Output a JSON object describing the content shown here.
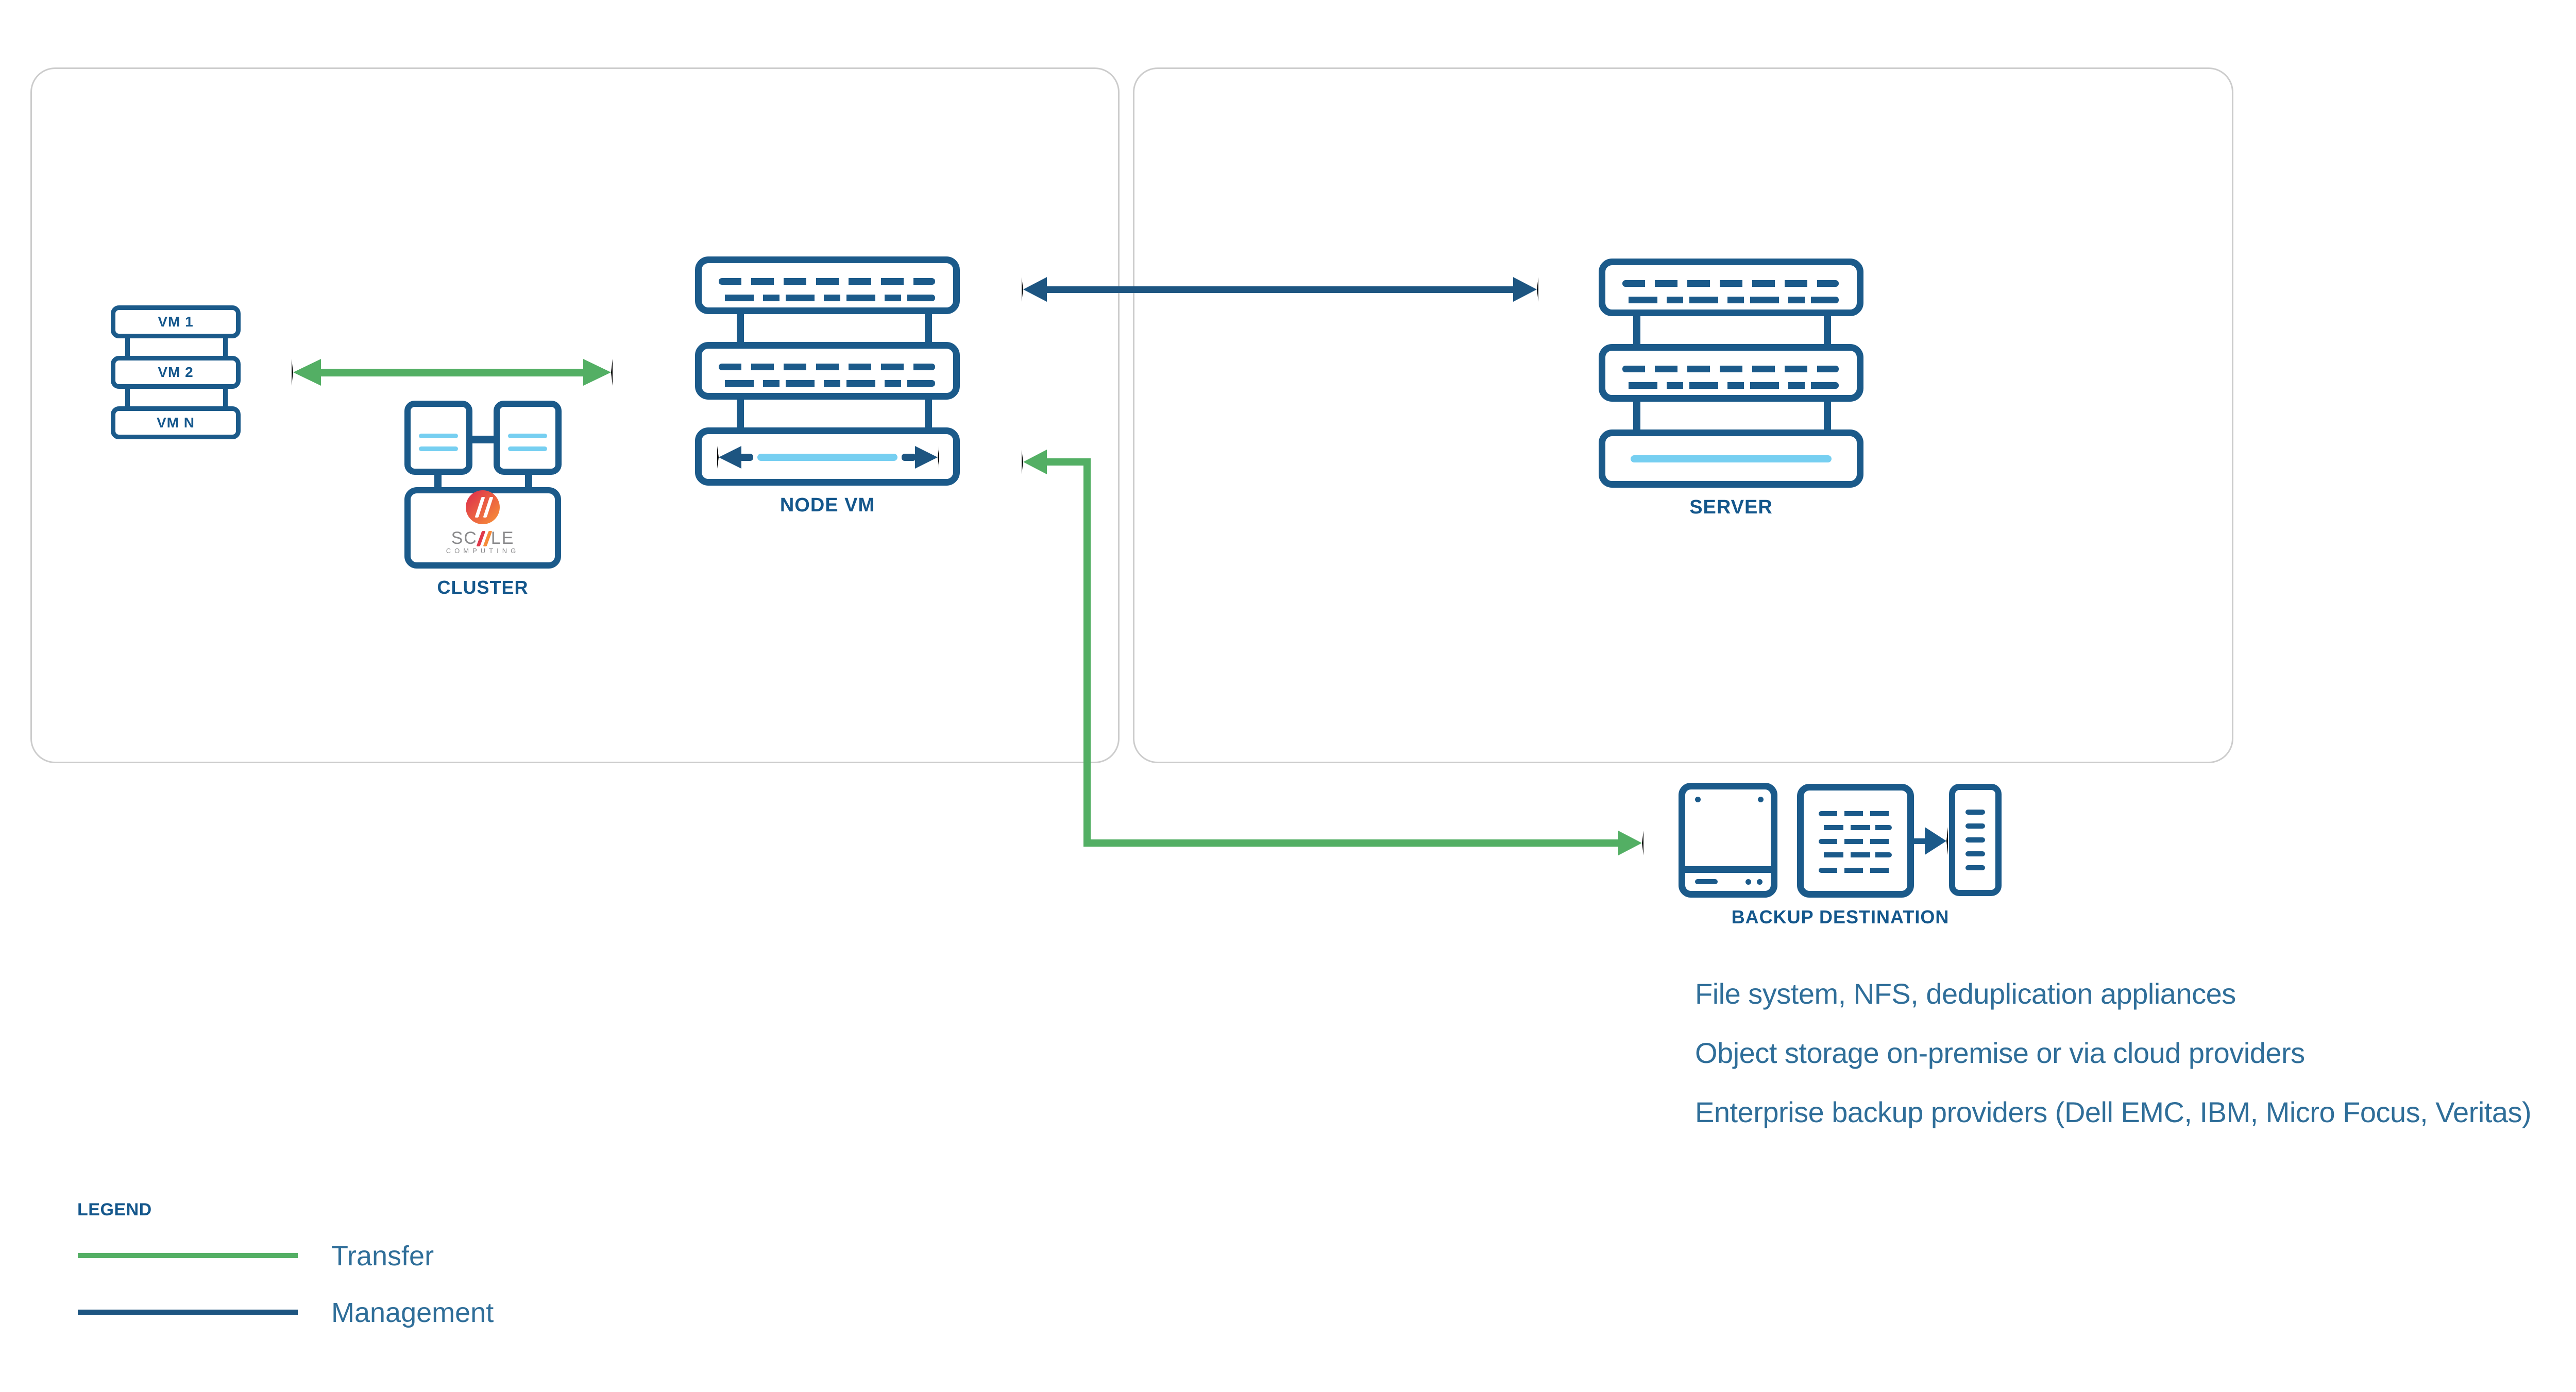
{
  "colors": {
    "icon_stroke": "#1b5a8a",
    "label_navy": "#14578c",
    "management_navy": "#1d5581",
    "transfer_green": "#53af64",
    "light_blue": "#76cff1",
    "panel_border": "#cccccc",
    "note_text": "#2f6e99",
    "logo_gray": "#8a8a8c",
    "logo_red": "#e0394a",
    "logo_orange": "#f68a39"
  },
  "left_panel": {
    "vm_stack": {
      "items": [
        "VM 1",
        "VM 2",
        "VM N"
      ]
    },
    "cluster": {
      "label": "CLUSTER",
      "logo": {
        "part1": "SC",
        "part2": "LE",
        "subtext": "COMPUTING"
      }
    },
    "node_vm": {
      "label": "NODE VM"
    }
  },
  "right_panel": {
    "server": {
      "label": "SERVER"
    }
  },
  "backup": {
    "label": "BACKUP DESTINATION",
    "notes": [
      "File system, NFS, deduplication appliances",
      "Object storage on-premise or via cloud providers",
      "Enterprise backup providers (Dell EMC, IBM, Micro Focus, Veritas)"
    ]
  },
  "legend": {
    "title": "LEGEND",
    "items": [
      {
        "label": "Transfer",
        "color": "#53af64"
      },
      {
        "label": "Management",
        "color": "#1d5581"
      }
    ]
  }
}
